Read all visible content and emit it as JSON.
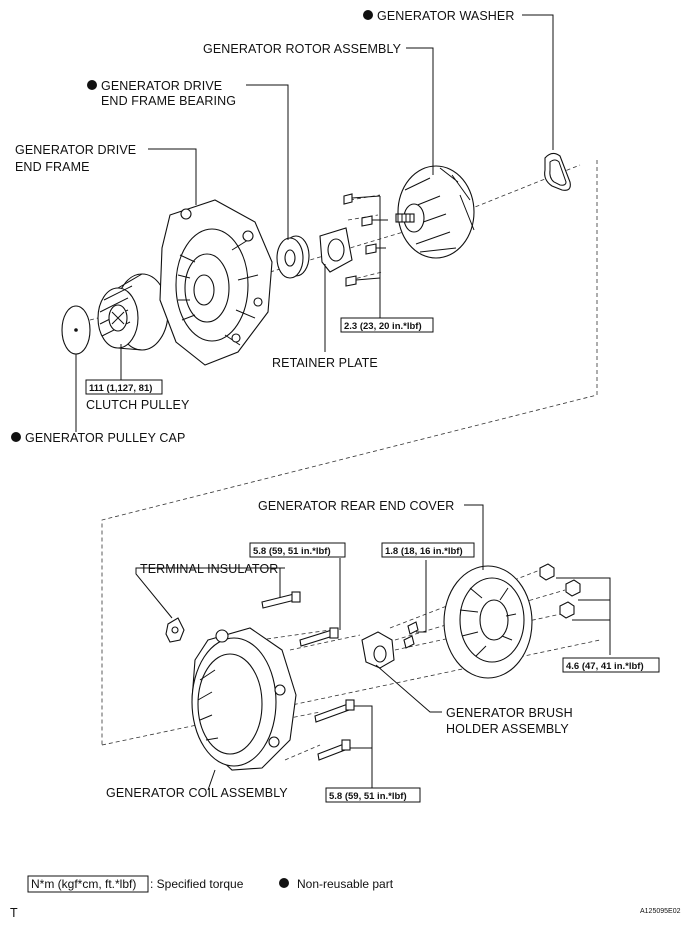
{
  "labels": {
    "generator_washer": "GENERATOR WASHER",
    "generator_rotor_assembly": "GENERATOR ROTOR ASSEMBLY",
    "drive_end_frame_bearing_line1": "GENERATOR DRIVE",
    "drive_end_frame_bearing_line2": "END FRAME BEARING",
    "drive_end_frame_line1": "GENERATOR DRIVE",
    "drive_end_frame_line2": "END FRAME",
    "retainer_plate": "RETAINER PLATE",
    "clutch_pulley": "CLUTCH PULLEY",
    "pulley_cap": "GENERATOR PULLEY CAP",
    "rear_end_cover": "GENERATOR REAR END COVER",
    "terminal_insulator": "TERMINAL INSULATOR",
    "brush_holder_line1": "GENERATOR BRUSH",
    "brush_holder_line2": "HOLDER ASSEMBLY",
    "coil_assembly": "GENERATOR COIL ASSEMBLY"
  },
  "torques": {
    "retainer_bolts": "2.3 (23, 20 in.*lbf)",
    "clutch_pulley": "111 (1,127, 81)",
    "coil_upper_bolts": "5.8 (59, 51 in.*lbf)",
    "brush_holder_screws": "1.8 (18, 16 in.*lbf)",
    "rear_cover_nuts": "4.6 (47, 41 in.*lbf)",
    "coil_lower_bolts": "5.8 (59, 51 in.*lbf)"
  },
  "legend": {
    "torque_unit": "N*m (kgf*cm, ft.*lbf)",
    "torque_desc": ": Specified torque",
    "nonreusable_desc": "Non-reusable part"
  },
  "footer": {
    "left_mark": "T",
    "figure_id": "A125095E02"
  }
}
